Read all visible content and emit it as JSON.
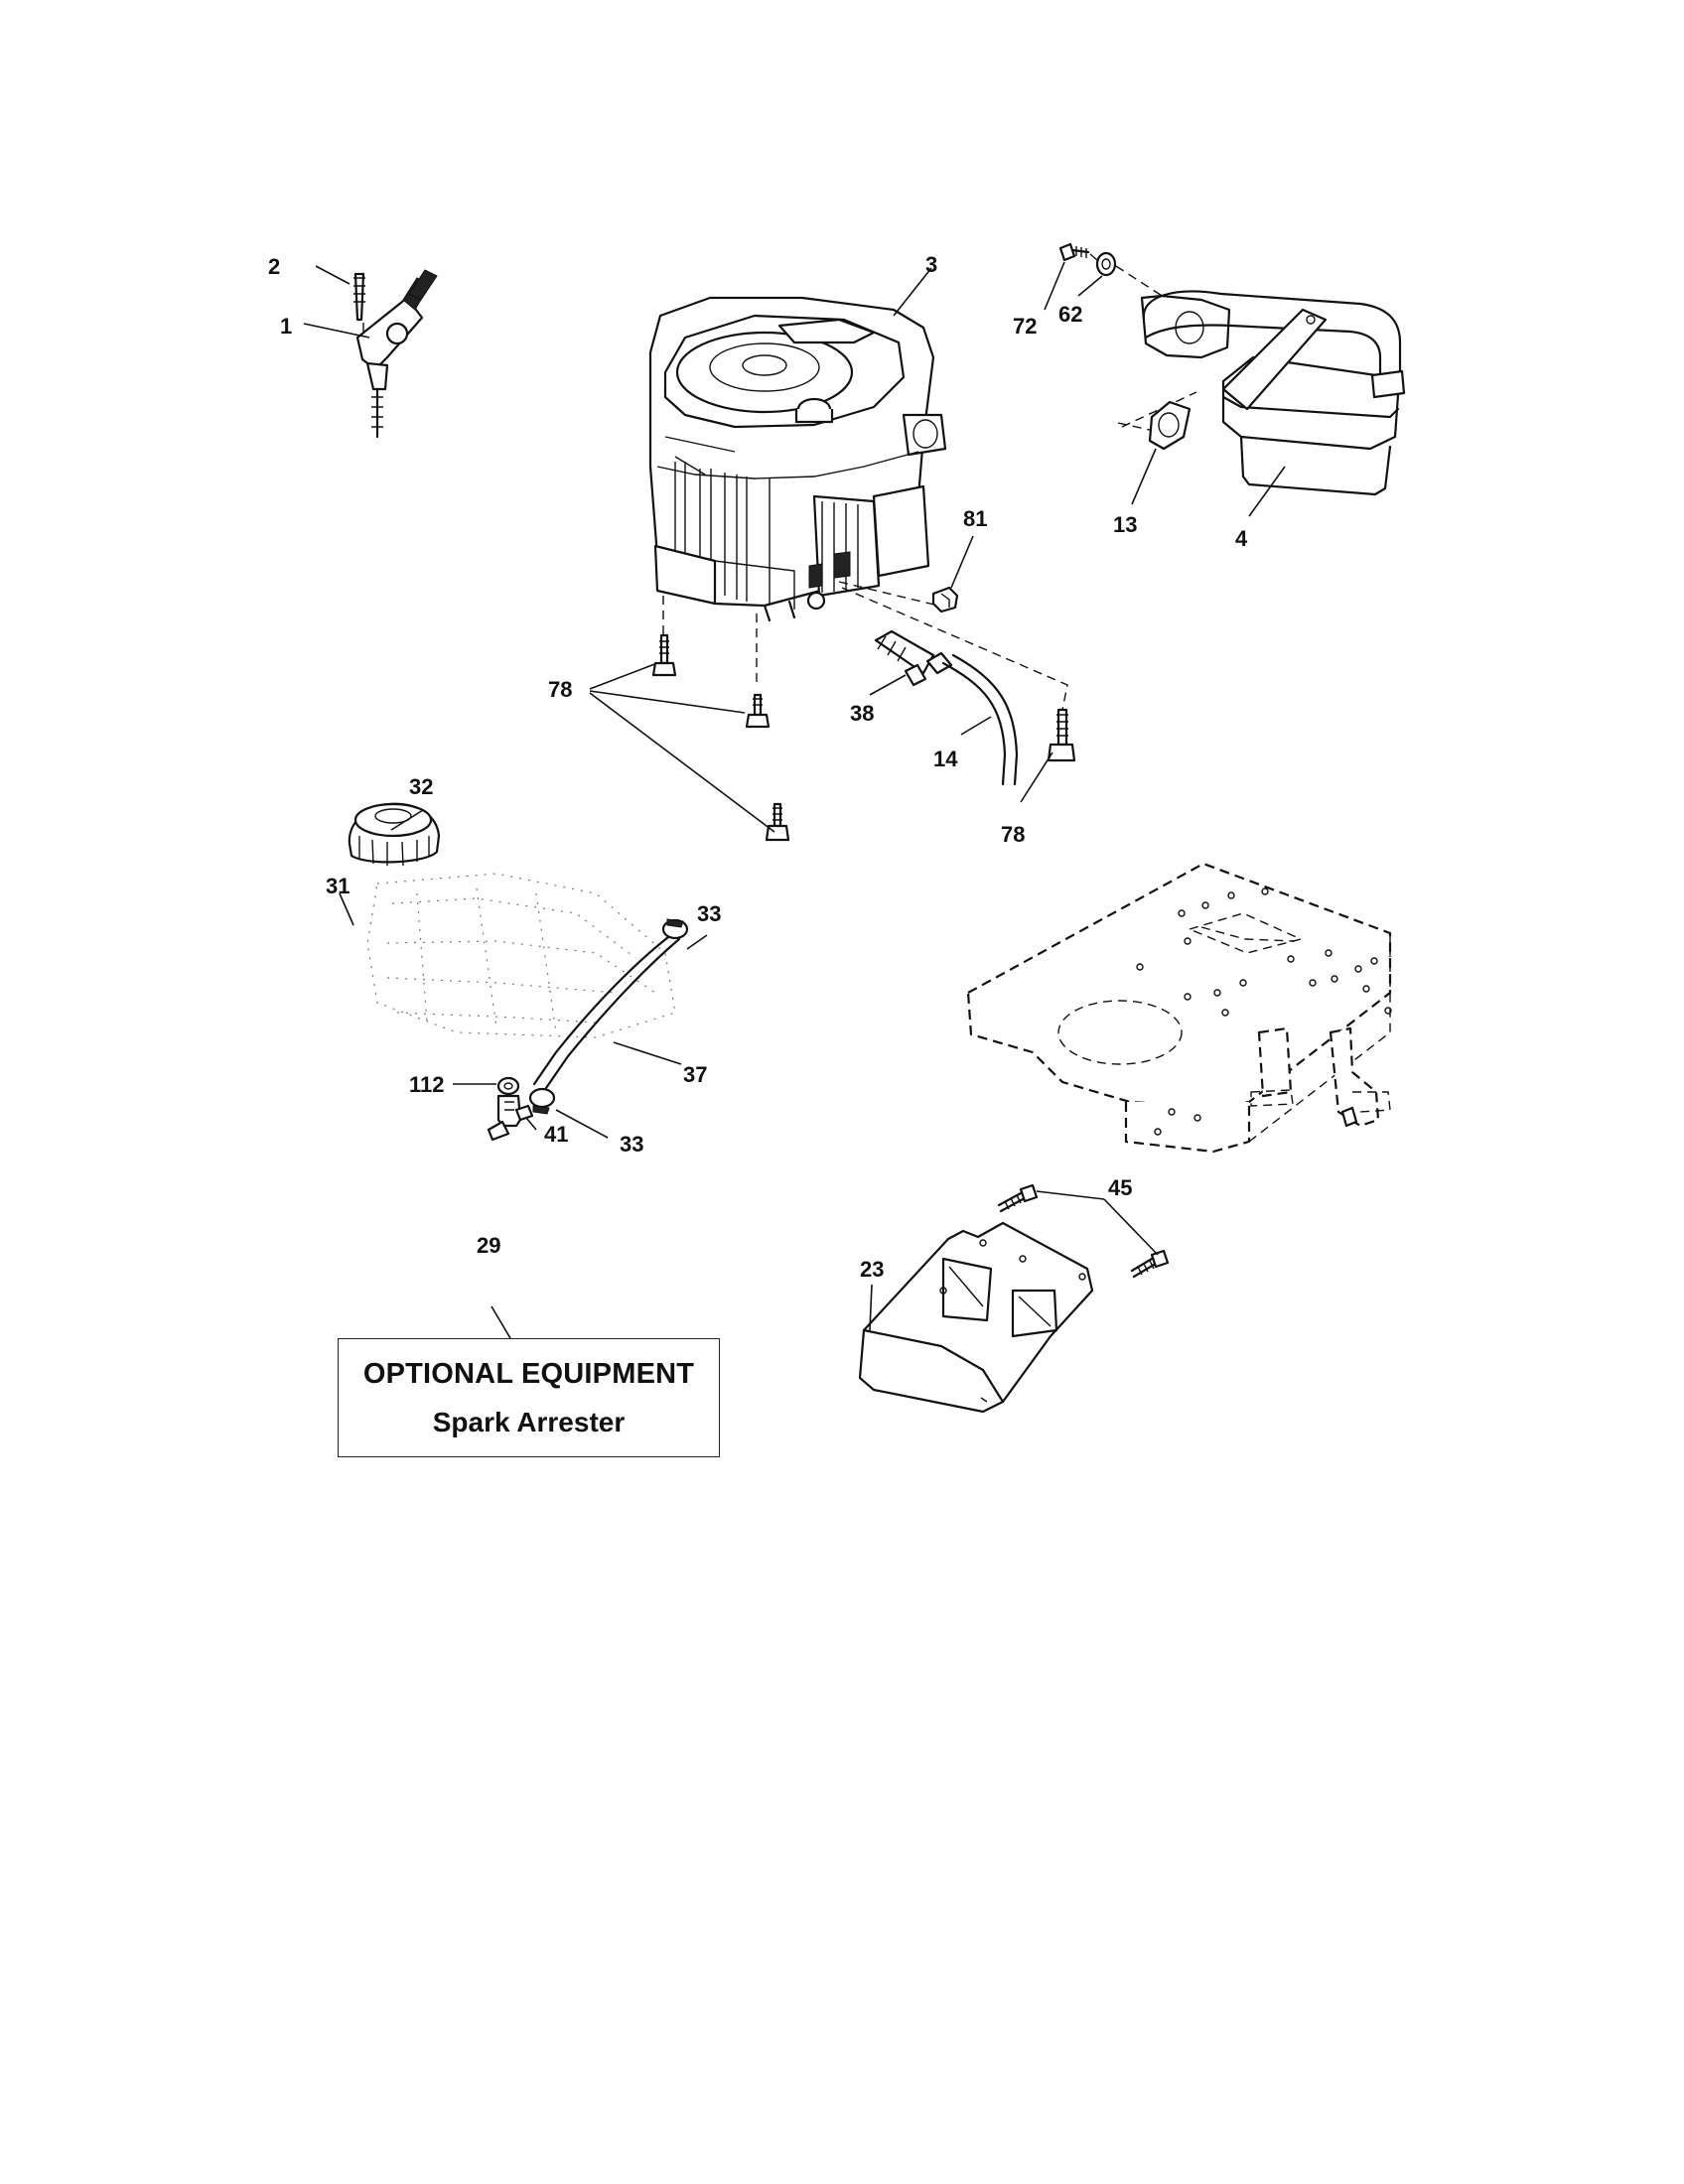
{
  "callouts": {
    "c1": "1",
    "c2": "2",
    "c3": "3",
    "c4": "4",
    "c13": "13",
    "c14": "14",
    "c23": "23",
    "c29": "29",
    "c31": "31",
    "c32": "32",
    "c33a": "33",
    "c33b": "33",
    "c37": "37",
    "c38": "38",
    "c41": "41",
    "c45": "45",
    "c62": "62",
    "c72": "72",
    "c78a": "78",
    "c78b": "78",
    "c81": "81",
    "c112": "112"
  },
  "optional_box": {
    "title": "OPTIONAL EQUIPMENT",
    "subtitle": "Spark Arrester"
  }
}
